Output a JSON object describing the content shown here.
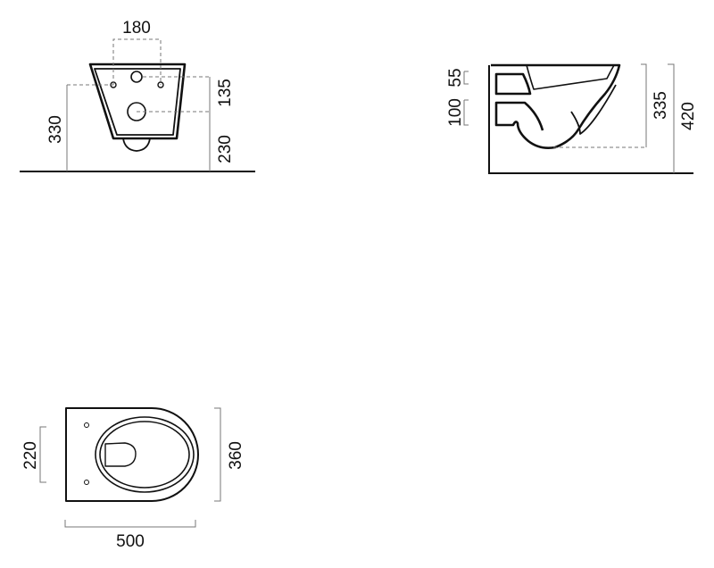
{
  "front_view": {
    "dim_hole_spacing": "180",
    "dim_hole_height": "330",
    "dim_outlet_offset": "135",
    "dim_outlet_height": "230"
  },
  "side_view": {
    "dim_inlet": "55",
    "dim_outlet": "100",
    "dim_outlet_center": "335",
    "dim_total_height": "420"
  },
  "top_view": {
    "dim_fixing_spacing": "220",
    "dim_width": "360",
    "dim_length": "500"
  },
  "colors": {
    "line": "#111111",
    "dimension": "#777777"
  }
}
